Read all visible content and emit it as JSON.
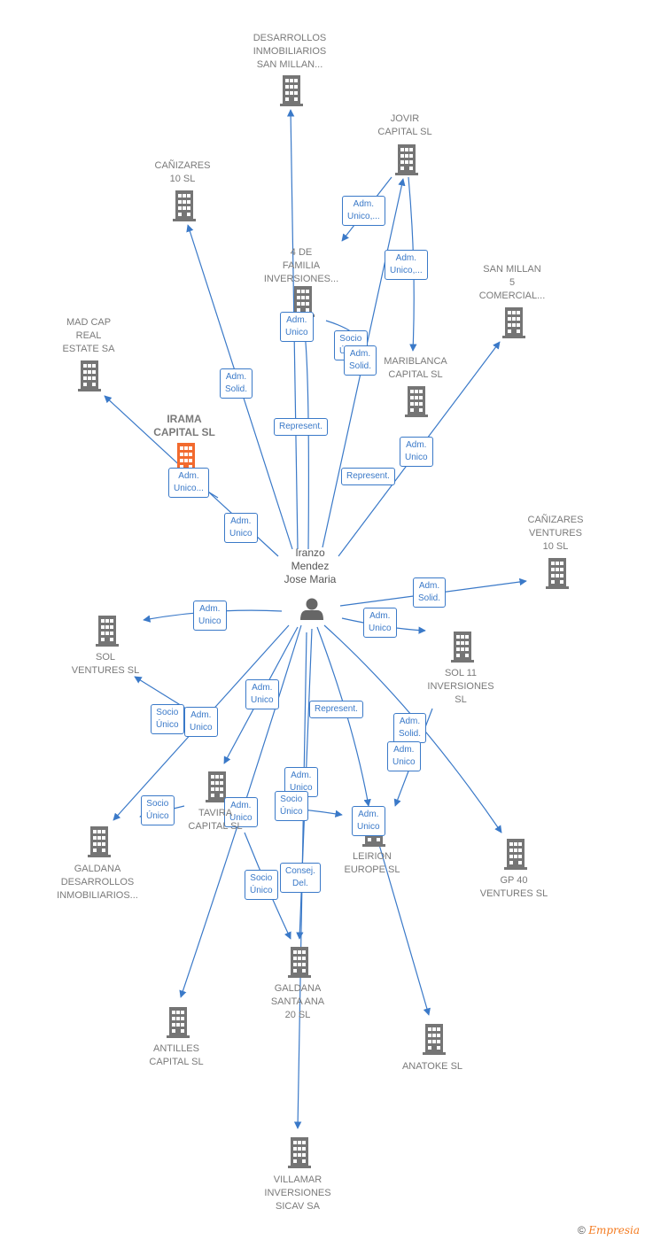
{
  "colors": {
    "edge": "#3a79c8",
    "building": "#757575",
    "main_building": "#f26a2e",
    "person": "#666666"
  },
  "person": {
    "label": "Iranzo\nMendez\nJose Maria",
    "icon": "person-icon"
  },
  "nodes": [
    {
      "id": "desarrollos-inmobiliarios-san-millan",
      "label": "DESARROLLOS\nINMOBILIARIOS\nSAN MILLAN...",
      "icon": "building-icon"
    },
    {
      "id": "jovir-capital",
      "label": "JOVIR\nCAPITAL  SL",
      "icon": "building-icon"
    },
    {
      "id": "canizares-10",
      "label": "CAÑIZARES\n10  SL",
      "icon": "building-icon"
    },
    {
      "id": "4-de-familia-inversiones",
      "label": "4 DE\nFAMILIA\nINVERSIONES...",
      "icon": "building-icon"
    },
    {
      "id": "san-millan-5-comercial",
      "label": "SAN MILLAN\n5\nCOMERCIAL...",
      "icon": "building-icon"
    },
    {
      "id": "mad-cap-real-estate",
      "label": "MAD CAP\nREAL\nESTATE SA",
      "icon": "building-icon"
    },
    {
      "id": "mariblanca-capital",
      "label": "MARIBLANCA\nCAPITAL  SL",
      "icon": "building-icon"
    },
    {
      "id": "irama-capital",
      "label": "IRAMA\nCAPITAL  SL",
      "icon": "building-icon",
      "main": true
    },
    {
      "id": "canizares-ventures-10",
      "label": "CAÑIZARES\nVENTURES\n10  SL",
      "icon": "building-icon"
    },
    {
      "id": "sol-ventures",
      "label": "SOL\nVENTURES  SL",
      "icon": "building-icon"
    },
    {
      "id": "sol-11-inversiones",
      "label": "SOL 11\nINVERSIONES\nSL",
      "icon": "building-icon"
    },
    {
      "id": "tavira-capital",
      "label": "TAVIRA\nCAPITAL SL",
      "icon": "building-icon"
    },
    {
      "id": "galdana-desarrollos-inmobiliarios",
      "label": "GALDANA\nDESARROLLOS\nINMOBILIARIOS...",
      "icon": "building-icon"
    },
    {
      "id": "leirion-europe",
      "label": "LEIRION\nEUROPE  SL",
      "icon": "building-icon"
    },
    {
      "id": "gp-40-ventures",
      "label": "GP 40\nVENTURES  SL",
      "icon": "building-icon"
    },
    {
      "id": "galdana-santa-ana-20",
      "label": "GALDANA\nSANTA ANA\n20  SL",
      "icon": "building-icon"
    },
    {
      "id": "antilles-capital",
      "label": "ANTILLES\nCAPITAL  SL",
      "icon": "building-icon"
    },
    {
      "id": "anatoke",
      "label": "ANATOKE  SL",
      "icon": "building-icon"
    },
    {
      "id": "villamar-inversiones-sicav",
      "label": "VILLAMAR\nINVERSIONES\nSICAV SA",
      "icon": "building-icon"
    }
  ],
  "edges": [
    {
      "label": "Adm.\nSolid."
    },
    {
      "label": "Represent."
    },
    {
      "label": "Adm.\nUnico"
    },
    {
      "label": "Socio\nÚnico"
    },
    {
      "label": "Adm.\nSolid."
    },
    {
      "label": "Adm.\nUnico,..."
    },
    {
      "label": "Adm.\nUnico,..."
    },
    {
      "label": "Represent."
    },
    {
      "label": "Adm.\nUnico"
    },
    {
      "label": "Adm.\nUnico..."
    },
    {
      "label": "Adm.\nUnico"
    },
    {
      "label": "Adm.\nSolid."
    },
    {
      "label": "Adm.\nUnico"
    },
    {
      "label": "Adm.\nUnico"
    },
    {
      "label": "Adm.\nUnico"
    },
    {
      "label": "Socio\nÚnico"
    },
    {
      "label": "Adm.\nUnico"
    },
    {
      "label": "Represent."
    },
    {
      "label": "Adm.\nSolid."
    },
    {
      "label": "Adm.\nUnico"
    },
    {
      "label": "Adm.\nUnico"
    },
    {
      "label": "Socio\nÚnico"
    },
    {
      "label": "Adm.\nUnico"
    },
    {
      "label": "Socio\nÚnico"
    },
    {
      "label": "Adm.\nUnico"
    },
    {
      "label": "Socio\nÚnico"
    },
    {
      "label": "Consej.\nDel."
    }
  ],
  "footer": {
    "copyright": "©",
    "brand": "Empresia"
  }
}
